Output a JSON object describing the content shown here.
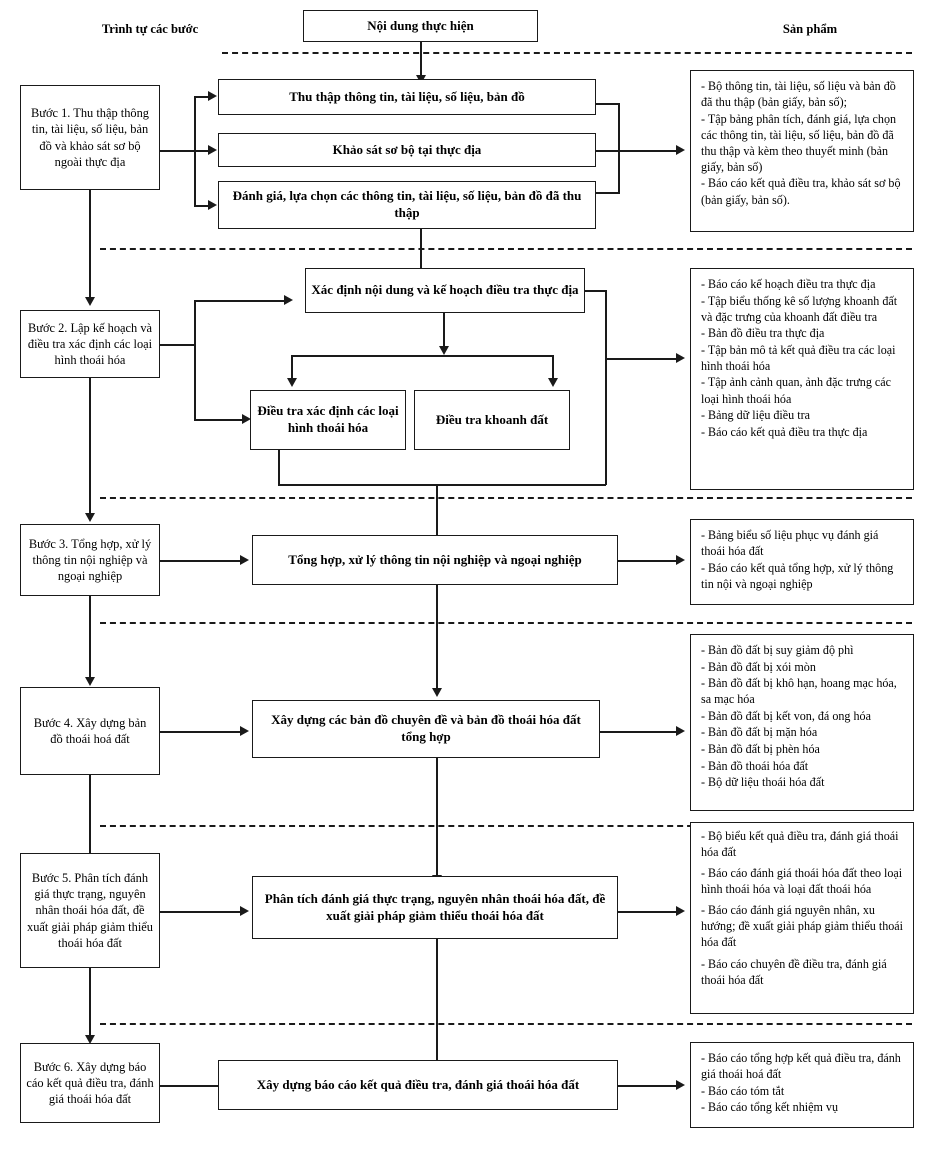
{
  "headers": {
    "left": "Trình tự các bước",
    "center": "Nội dung thực hiện",
    "right": "Sản phẩm"
  },
  "steps": [
    {
      "id": "step1",
      "label": "Bước 1. Thu thập thông tin, tài liệu, số liệu, bản đồ và khảo sát sơ bộ ngoài thực địa",
      "activities": [
        "Thu thập thông tin, tài liệu, số liệu, bản đồ",
        "Khảo sát sơ bộ tại thực địa",
        "Đánh giá, lựa chọn các thông tin, tài liệu, số liệu, bản đồ đã thu thập"
      ],
      "products": [
        "- Bộ thông tin, tài liệu, số liệu và bản đồ đã thu thập (bản giấy, bản số);",
        "- Tập bảng phân tích, đánh giá, lựa chọn các thông tin, tài liệu, số liệu, bản đồ đã thu thập và kèm theo thuyết minh (bản giấy, bản số)",
        "- Báo cáo kết quả điều tra, khảo sát sơ bộ (bản giấy, bản số)."
      ]
    },
    {
      "id": "step2",
      "label": "Bước 2. Lập kế hoạch và điều tra xác định các loại hình thoái hóa",
      "activities": [
        "Xác định nội dung và kế hoạch điều tra thực địa",
        "Điều tra xác định các loại hình thoái hóa",
        "Điều tra khoanh đất"
      ],
      "products": [
        "- Báo cáo kế hoạch điều tra thực địa",
        "- Tập biểu thống kê số lượng khoanh đất và đặc trưng của khoanh đất điều tra",
        "- Bản đồ điều tra thực địa",
        "- Tập bản mô tả kết quả điều tra các loại hình thoái hóa",
        "- Tập ảnh cảnh quan, ảnh đặc trưng các loại hình thoái hóa",
        "- Bảng dữ liệu điều tra",
        "- Báo cáo kết quả điều tra thực địa"
      ]
    },
    {
      "id": "step3",
      "label": "Bước 3. Tổng hợp, xử lý thông tin nội nghiệp và ngoại nghiệp",
      "activities": [
        "Tổng hợp, xử lý thông tin nội nghiệp và ngoại nghiệp"
      ],
      "products": [
        "- Bảng biểu số liệu phục vụ đánh giá thoái hóa đất",
        "- Báo cáo kết quả tổng hợp, xử lý thông tin nội và ngoại nghiệp"
      ]
    },
    {
      "id": "step4",
      "label": "Bước 4. Xây dựng bản đồ thoái hoá đất",
      "activities": [
        "Xây dựng các bản đồ chuyên đề và bản đồ thoái hóa đất tổng hợp"
      ],
      "products": [
        "- Bản đồ đất bị suy giảm độ phì",
        "- Bản đồ đất bị xói mòn",
        "- Bản đồ đất bị khô hạn, hoang mạc hóa, sa mạc hóa",
        "- Bản đồ đất bị kết von, đá ong hóa",
        "- Bản đồ đất bị mặn hóa",
        "- Bản đồ đất bị phèn hóa",
        "- Bản đồ thoái hóa đất",
        "- Bộ dữ liệu thoái hóa đất"
      ]
    },
    {
      "id": "step5",
      "label": "Bước 5. Phân tích đánh giá thực trạng, nguyên nhân thoái hóa đất, đề xuất giải pháp giảm thiểu thoái hóa đất",
      "activities": [
        "Phân tích đánh giá thực trạng, nguyên nhân thoái hóa đất, đề xuất giải pháp giảm thiểu thoái hóa đất"
      ],
      "products": [
        "- Bộ biểu kết quả điều tra, đánh giá thoái hóa đất",
        "- Báo cáo đánh giá thoái hóa đất theo loại hình thoái hóa và loại đất thoái hóa",
        "- Báo cáo đánh giá nguyên nhân, xu hướng; đề xuất giải pháp giảm thiểu thoái hóa đất",
        "- Báo cáo chuyên đề điều tra, đánh giá thoái hóa đất"
      ]
    },
    {
      "id": "step6",
      "label": "Bước 6. Xây dựng báo cáo kết quả điều tra, đánh giá thoái hóa đất",
      "activities": [
        "Xây dựng báo cáo kết quả điều tra, đánh giá thoái hóa đất"
      ],
      "products": [
        "- Báo cáo tổng hợp kết quả điều tra, đánh giá thoái hoá đất",
        "- Báo cáo tóm tắt",
        "- Báo cáo tổng kết nhiệm vụ"
      ]
    }
  ],
  "colors": {
    "stroke": "#1a1a1a",
    "background": "#ffffff"
  }
}
